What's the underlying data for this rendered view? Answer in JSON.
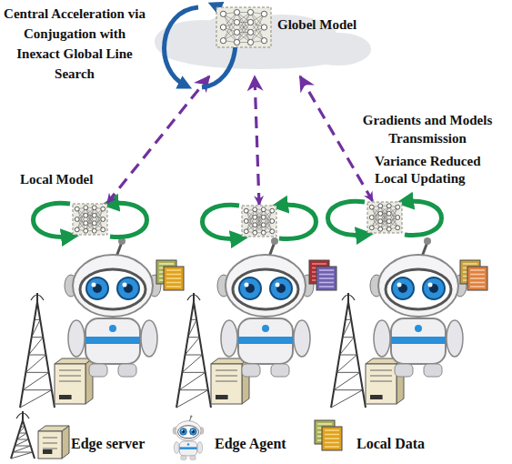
{
  "diagram": {
    "nodes": [
      {
        "text": [
          "Globel Model"
        ]
      },
      {
        "text": [
          "Local Model"
        ]
      },
      {
        "text": []
      },
      {
        "text": [
          "Variance Reduced Local Updating"
        ]
      }
    ],
    "edges": [
      {
        "from": 1,
        "to": 0,
        "arrow": "both"
      },
      {
        "from": 2,
        "to": 0,
        "arrow": "both"
      },
      {
        "from": 3,
        "to": 0,
        "arrow": "both"
      }
    ],
    "labels": [
      "Central Acceleration via Conjugation with Inexact Global Line Search",
      "Gradients and Models Transmission"
    ],
    "legend": [
      {
        "text": "Edge server"
      },
      {
        "text": "Edge Agent"
      },
      {
        "text": "Local Data"
      }
    ]
  }
}
